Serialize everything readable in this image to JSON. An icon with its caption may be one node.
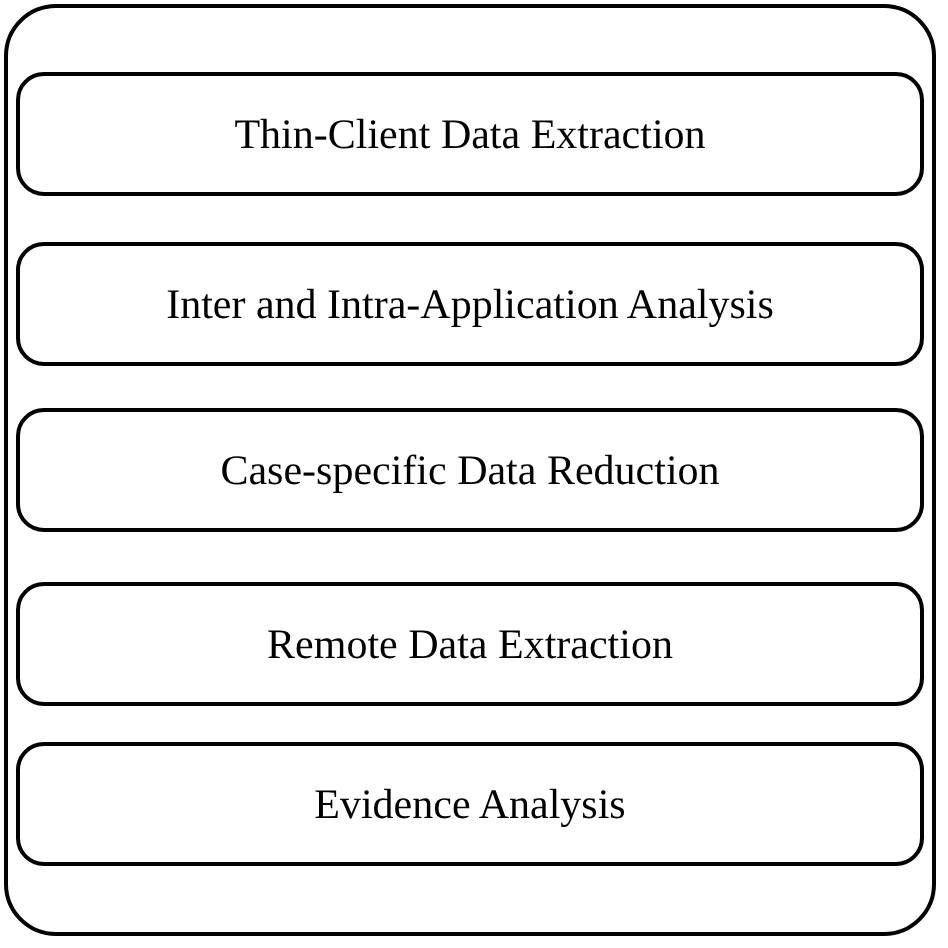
{
  "diagram": {
    "nodes": [
      {
        "text": [],
        "shape": "box"
      },
      {
        "text": [
          "Thin-Client Data Extraction"
        ],
        "in": 0
      },
      {
        "text": [
          "Inter and Intra-Application Analysis"
        ],
        "in": 0
      },
      {
        "text": [
          "Case-specific Data Reduction"
        ],
        "in": 0
      },
      {
        "text": [
          "Remote Data Extraction"
        ],
        "in": 0
      },
      {
        "text": [
          "Evidence Analysis"
        ],
        "in": 0
      }
    ]
  }
}
